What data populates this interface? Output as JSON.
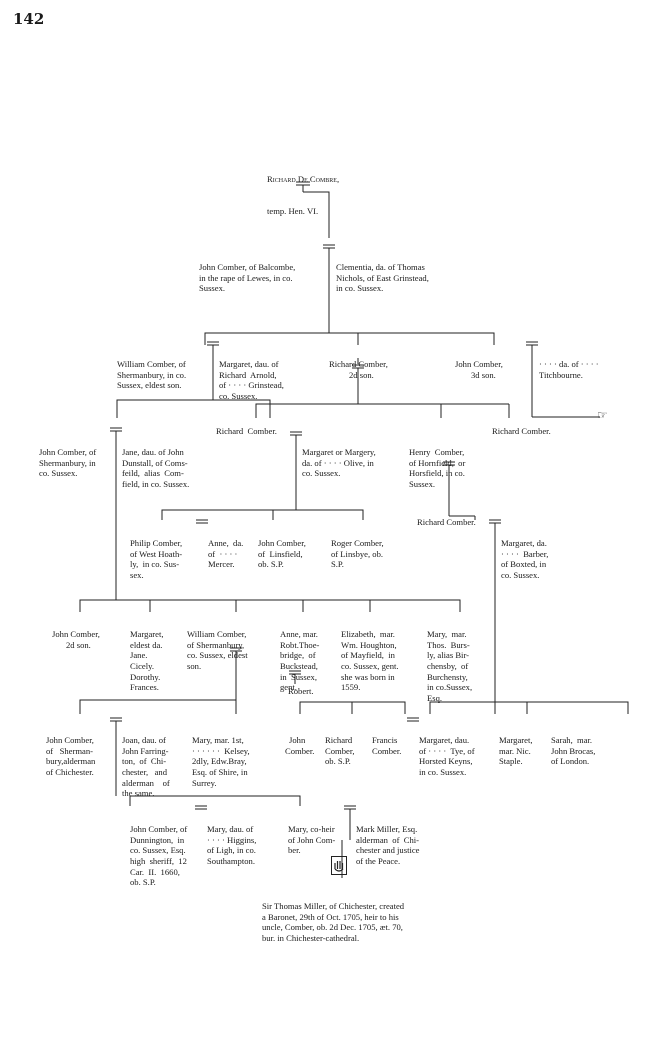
{
  "page_number": "142",
  "root": [
    "Richard De Combre,",
    "temp. Hen. VI."
  ],
  "gen1": {
    "left": [
      "John Comber, of Balcombe,",
      "in the rape of Lewes, in co.",
      "Sussex."
    ],
    "right": [
      "Clementia, da. of Thomas",
      "Nichols, of East Grinstead,",
      "in co. Sussex."
    ]
  },
  "gen2": {
    "william": [
      "William Comber, of",
      "Shermanbury, in co.",
      "Sussex, eldest son."
    ],
    "margaret_arnold": [
      "Margaret, dau. of",
      "Richard  Arnold,",
      "of · · · · Grinstead,",
      "co. Sussex."
    ],
    "richard": [
      "Richard Comber,",
      "2d son."
    ],
    "john3": [
      "John Comber,",
      "3d son."
    ],
    "titchbourne": [
      "· · · · da. of · · · ·",
      "Titchbourne."
    ]
  },
  "gen3": {
    "john": [
      "John Comber, of",
      "Shermanbury, in",
      "co. Sussex."
    ],
    "jane": [
      "Jane, dau. of John",
      "Dunstall, of Coms-",
      "feild,  alias  Com-",
      "field, in co. Sussex."
    ],
    "richard_a": [
      "Richard  Comber."
    ],
    "margaret_olive": [
      "Margaret or Margery,",
      "da. of · · · · Olive, in",
      "co. Sussex."
    ],
    "henry": [
      "Henry  Comber,",
      "of Hornfield,  or",
      "Horsfield, in co.",
      "Sussex."
    ],
    "richard_b": [
      "Richard Comber."
    ],
    "hand": "☞"
  },
  "gen4": {
    "philip": [
      "Philip Comber,",
      "of West Hoath-",
      "ly,  in co. Sus-",
      "sex."
    ],
    "anne": [
      "Anne,  da.",
      "of  · · · ·",
      "Mercer."
    ],
    "john_l": [
      "John Comber,",
      "of  Linsfield,",
      "ob. S.P."
    ],
    "roger": [
      "Roger Comber,",
      "of Linsbye, ob.",
      "S.P."
    ],
    "richard": [
      "Richard Comber."
    ],
    "margaret_barber": [
      "Margaret, da.",
      "· · · ·  Barber,",
      "of Boxted, in",
      "co. Sussex."
    ]
  },
  "gen5": {
    "john2": [
      "John Comber,",
      "2d son."
    ],
    "margaret": [
      "Margaret,",
      "eldest da.",
      "Jane.",
      "Cicely.",
      "Dorothy.",
      "Frances."
    ],
    "william": [
      "William Comber,",
      "of Shermanbury,",
      "co. Sussex, eldest",
      "son."
    ],
    "anne": [
      "Anne, mar.",
      "Robt.Thoe-",
      "bridge,  of",
      "Buckstead,",
      "in  Sussex,",
      "gent."
    ],
    "robert": "Robert.",
    "elizabeth": [
      "Elizabeth,  mar.",
      "Wm. Houghton,",
      "of Mayfield,  in",
      "co. Sussex, gent.",
      "she was born in",
      "1559."
    ],
    "mary": [
      "Mary,  mar.",
      "Thos.  Burs-",
      "ly, alias Bir-",
      "chensby,  of",
      "Burchensty,",
      "in co.Sussex,",
      "Esq."
    ]
  },
  "gen6": {
    "john": [
      "John Comber,",
      "of   Sherman-",
      "bury,alderman",
      "of Chichester."
    ],
    "joan": [
      "Joan, dau. of",
      "John Farring-",
      "ton,  of  Chi-",
      "chester,   and",
      "alderman    of",
      "the same."
    ],
    "mary": [
      "Mary, mar. 1st,",
      "· · · · · ·  Kelsey,",
      "2dly, Edw.Bray,",
      "Esq. of Shire, in",
      "Surrey."
    ],
    "john_c": [
      "John",
      "Comber."
    ],
    "richard": [
      "Richard",
      "Comber,",
      "ob. S.P."
    ],
    "francis": [
      "Francis",
      "Comber."
    ],
    "margaret_tye": [
      "Margaret, dau.",
      "of · · · ·  Tye, of",
      "Horsted Keyns,",
      "in co. Sussex."
    ],
    "margaret_staple": [
      "Margaret,",
      "mar. Nic.",
      "Staple."
    ],
    "sarah": [
      "Sarah,  mar.",
      "John Brocas,",
      "of London."
    ]
  },
  "gen7": {
    "john": [
      "John Comber, of",
      "Dunnington,  in",
      "co. Sussex, Esq.",
      "high  sheriff,  12",
      "Car.  II.  1660,",
      "ob. S.P."
    ],
    "mary_higgins": [
      "Mary, dau. of",
      "· · · · Higgins,",
      "of Ligh, in co.",
      "Southampton."
    ],
    "mary_coheir": [
      "Mary, co-heir",
      "of John Com-",
      "ber."
    ],
    "mark": [
      "Mark Miller, Esq.",
      "alderman  of  Chi-",
      "chester and justice",
      "of the Peace."
    ]
  },
  "gen8": {
    "thomas": [
      "Sir Thomas Miller, of Chichester, created",
      "a Baronet, 29th of Oct. 1705, heir to his",
      "uncle, Comber, ob. 2d Dec. 1705, æt. 70,",
      "bur. in Chichester-cathedral."
    ]
  }
}
